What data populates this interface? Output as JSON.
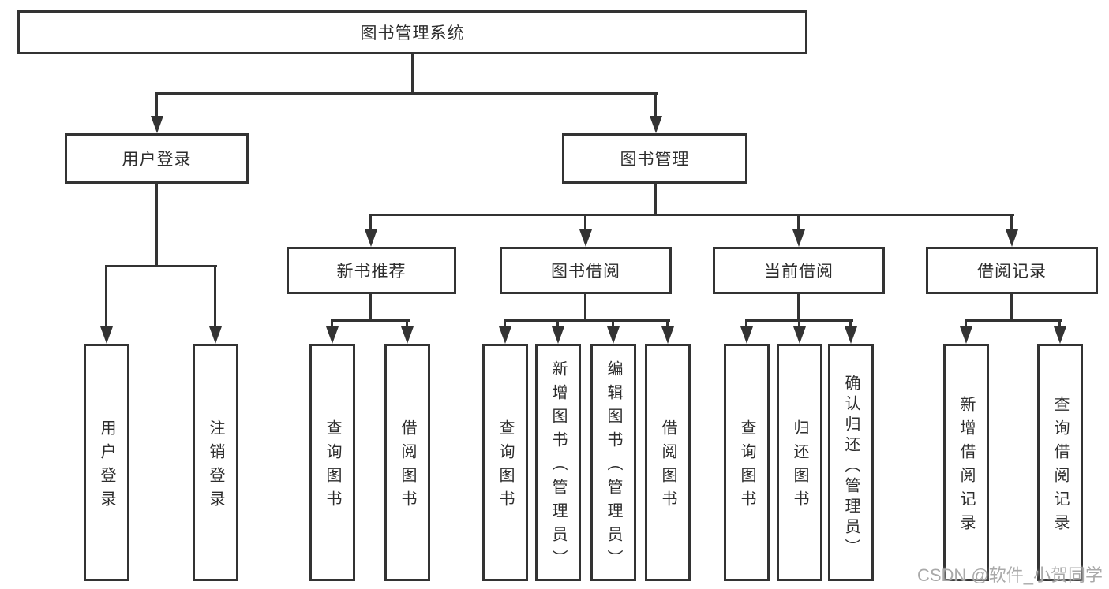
{
  "diagram": {
    "root": {
      "label": "图书管理系统"
    },
    "level2": [
      {
        "label": "用户登录"
      },
      {
        "label": "图书管理"
      }
    ],
    "level3": [
      {
        "label": "新书推荐",
        "parent": "图书管理"
      },
      {
        "label": "图书借阅",
        "parent": "图书管理"
      },
      {
        "label": "当前借阅",
        "parent": "图书管理"
      },
      {
        "label": "借阅记录",
        "parent": "图书管理"
      }
    ],
    "leaves": [
      {
        "label": "用户登录",
        "parent": "用户登录"
      },
      {
        "label": "注销登录",
        "parent": "用户登录"
      },
      {
        "label": "查询图书",
        "parent": "新书推荐"
      },
      {
        "label": "借阅图书",
        "parent": "新书推荐"
      },
      {
        "label": "查询图书",
        "parent": "图书借阅"
      },
      {
        "label": "新增图书（管理员）",
        "parent": "图书借阅"
      },
      {
        "label": "编辑图书（管理员）",
        "parent": "图书借阅"
      },
      {
        "label": "借阅图书",
        "parent": "图书借阅"
      },
      {
        "label": "查询图书",
        "parent": "当前借阅"
      },
      {
        "label": "归还图书",
        "parent": "当前借阅"
      },
      {
        "label": "确认归还（管理员）",
        "parent": "当前借阅"
      },
      {
        "label": "新增借阅记录",
        "parent": "借阅记录"
      },
      {
        "label": "查询借阅记录",
        "parent": "借阅记录"
      }
    ],
    "colors": {
      "line": "#333333",
      "text": "#2d2d2d",
      "watermark": "#a9a9a9",
      "background": "#ffffff"
    }
  },
  "watermark": {
    "text": "CSDN @软件_小贺同学"
  }
}
